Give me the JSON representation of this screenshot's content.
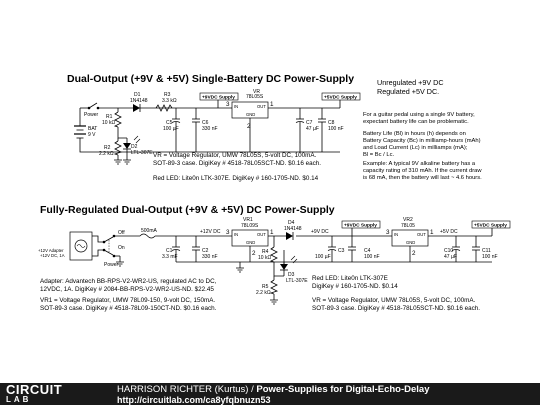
{
  "top_circuit": {
    "title": "Dual-Output (+9V & +5V) Single-Battery DC Power-Supply",
    "power_label": "Power",
    "bat_label": "BAT",
    "bat_value": "9 V",
    "d1_label": "D1",
    "d1_value": "1N4148",
    "r3_label": "R3",
    "r3_value": "3.3 kΩ",
    "supply9": "+9VDC Supply",
    "vr_label": "VR",
    "vr_value": "78L05S",
    "in_label": "IN",
    "out_label": "OUT",
    "gnd_label": "GND",
    "pin1": "1",
    "pin2": "2",
    "pin3": "3",
    "supply5": "+5VDC Supply",
    "r1_label": "R1",
    "r1_value": "10 kΩ",
    "r2_label": "R2",
    "r2_value": "2.2 kΩ",
    "d2_label": "D2",
    "d2_value": "LTL-307E",
    "c5_label": "C5",
    "c5_value": "100 µF",
    "c6_label": "C6",
    "c6_value": "330 nF",
    "c7_label": "C7",
    "c7_value": "47 µF",
    "c8_label": "C8",
    "c8_value": "100 nF",
    "note_vr": "VR = Voltage Regulator, UMW 78L05S, 5-volt DC, 100mA.",
    "note_vr2": "SOT-89-3 case. DigiKey # 4518-78L05SCT-ND. $0.16 each.",
    "note_led": "Red LED: Lite0n LTK-307E. DigiKey # 160-1705-ND. $0.14"
  },
  "right_notes": {
    "unreg1": "Unregulated +9V DC",
    "unreg2": "Regulated +5V DC.",
    "p1": "For a guitar pedal using a single 9V battery,",
    "p2": "expectant battery life can be problematic.",
    "p3": "Battery Life (Bl) in hours (h) depends on",
    "p4": "Battery Capacity (Bc) in milliamp-hours (mAh)",
    "p5": "and Load Current (Lc) in milliamps (mA);",
    "p6": "Bl = Bc / Lc.",
    "p7": "Example: A typical 9V alkaline battery has a",
    "p8": "capacity rating of 310 mAh. If the current draw",
    "p9": "is 68 mA, then the battery will last ~ 4.6 hours."
  },
  "bottom_circuit": {
    "title": "Fully-Regulated Dual-Output (+9V & +5V) DC Power-Supply",
    "adapter1": "+12V Adapter",
    "adapter2": "+12V DC, 1A",
    "off_label": "Off",
    "on_label": "On",
    "power_label": "Power",
    "fuse_value": "500mA",
    "plus12": "+12V DC",
    "c1_label": "C1",
    "c1_value": "3.3 mF",
    "c2_label": "C2",
    "c2_value": "330 nF",
    "vr1_label": "VR1",
    "vr1_value": "78L09S",
    "vr2_label": "VR2",
    "vr2_value": "78L05",
    "in_label": "IN",
    "out_label": "OUT",
    "gnd_label": "GND",
    "pin1": "1",
    "pin2": "2",
    "pin3": "3",
    "d4_label": "D4",
    "d4_value": "1N4148",
    "plus9": "+9V DC",
    "supply9": "+9VDC Supply",
    "c3_label": "C3",
    "c3_value": "100 µF",
    "c4_label": "C4",
    "c4_value": "100 nF",
    "plus5": "+5V DC",
    "supply5": "+5VDC Supply",
    "c10_label": "C10",
    "c10_value": "47 µF",
    "c11_label": "C11",
    "c11_value": "100 nF",
    "r4_label": "R4",
    "r4_value": "10 kΩ",
    "r5_label": "R5",
    "r5_value": "2.2 kΩ",
    "d3_label": "D3",
    "d3_value": "LTL-307E",
    "adapter_note1": "Adapter: Advantech BB-RPS-V2-WR2-US, regulated AC to DC,",
    "adapter_note2": "12VDC, 1A. DigiKey # 2084-BB-RPS-V2-WR2-US-ND. $22.45",
    "vr1_note1": "VR1 = Voltage Regulator, UMW 78L09-150, 9-volt DC, 150mA.",
    "vr1_note2": "SOT-89-3 case. DigiKey # 4518-78L09-150CT-ND. $0.16 each.",
    "led_note1": "Red LED: Lite0n LTK-307E",
    "led_note2": "DigiKey # 160-1705-ND. $0.14",
    "vr_note1": "VR = Voltage Regulator, UMW 78L05S, 5-volt DC, 100mA.",
    "vr_note2": "SOT-89-3 case. DigiKey # 4518-78L05SCT-ND. $0.16 each."
  },
  "footer": {
    "logo_top": "CIRCUIT",
    "logo_bottom": "LAB",
    "author": "HARRISON RICHTER (Kurtus)",
    "separator": " / ",
    "project": "Power-Supplies for Digital-Echo-Delay",
    "url": "http://circuitlab.com/ca8yfqbnuzn53"
  }
}
